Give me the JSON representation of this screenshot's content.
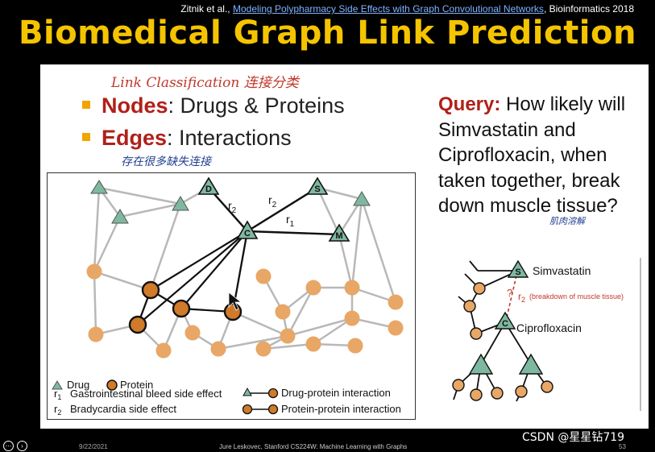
{
  "citation": {
    "prefix": "Zitnik et al., ",
    "link": "Modeling Polypharmacy Side Effects with Graph Convolutional Networks",
    "suffix": ", Bioinformatics 2018"
  },
  "title": "Biomedical Graph Link Prediction",
  "annotations": {
    "link_classification": "Link Classification 连接分类",
    "missing_links": "存在很多缺失连接",
    "muscle_breakdown": "肌肉溶解"
  },
  "bullets": [
    {
      "term": "Nodes",
      "rest": ": Drugs & Proteins"
    },
    {
      "term": "Edges",
      "rest": ": Interactions"
    }
  ],
  "query": {
    "label": "Query:",
    "text": " How likely will Simvastatin and Ciprofloxacin, when taken together, break down muscle tissue?"
  },
  "graph": {
    "node_labels": {
      "D": "D",
      "S": "S",
      "C": "C",
      "M": "M"
    },
    "edge_labels": {
      "r2_left": "r",
      "r2_left_sub": "2",
      "r2_right": "r",
      "r2_right_sub": "2",
      "r1": "r",
      "r1_sub": "1"
    },
    "legend": {
      "drug": "Drug",
      "protein": "Protein",
      "r1_symbol": "r",
      "r1_sub": "1",
      "r1_text": "Gastrointestinal bleed side effect",
      "r2_symbol": "r",
      "r2_sub": "2",
      "r2_text": "Bradycardia side effect",
      "drug_protein": "Drug-protein interaction",
      "protein_protein": "Protein-protein interaction"
    }
  },
  "right_diagram": {
    "s_label": "S",
    "c_label": "C",
    "simvastatin": "Simvastatin",
    "ciprofloxacin": "Ciprofloxacin",
    "question_mark": "?",
    "r2": "r",
    "r2_sub": "2",
    "r2_desc": "(breakdown of muscle tissue)"
  },
  "footer": {
    "date": "9/22/2021",
    "credit": "Jure Leskovec, Stanford CS224W: Machine Learning with Graphs",
    "page": "53",
    "watermark": "CSDN @星星钻719"
  },
  "colors": {
    "title": "#f5c400",
    "term": "#b0201a",
    "drug": "#7fb8a0",
    "protein": "#e8a766",
    "protein_dark": "#d07a2a",
    "edge_gray": "#b8b8b8",
    "rel_edge": "#c0392b"
  }
}
